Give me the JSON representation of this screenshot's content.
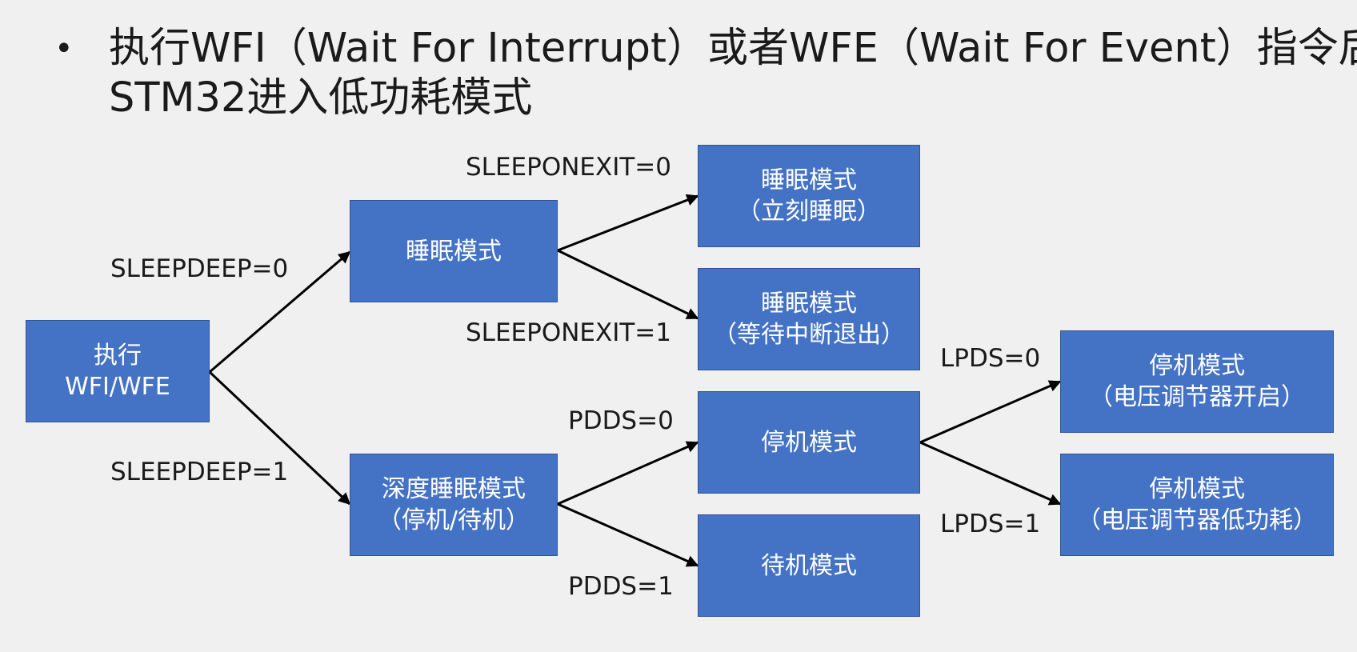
{
  "heading": {
    "bullet": "•",
    "line1": "执行WFI（Wait For Interrupt）或者WFE（Wait For Event）指令后，",
    "line2": "STM32进入低功耗模式"
  },
  "nodes": {
    "exec": {
      "line1": "执行",
      "line2": "WFI/WFE"
    },
    "sleep": {
      "line1": "睡眠模式"
    },
    "deep_sleep": {
      "line1": "深度睡眠模式",
      "line2": "（停机/待机）"
    },
    "sleep_now": {
      "line1": "睡眠模式",
      "line2": "（立刻睡眠）"
    },
    "sleep_on_exit": {
      "line1": "睡眠模式",
      "line2": "（等待中断退出）"
    },
    "stop": {
      "line1": "停机模式"
    },
    "standby": {
      "line1": "待机模式"
    },
    "stop_reg_on": {
      "line1": "停机模式",
      "line2": "（电压调节器开启）"
    },
    "stop_reg_low": {
      "line1": "停机模式",
      "line2": "（电压调节器低功耗）"
    }
  },
  "edge_labels": {
    "sleepdeep0": "SLEEPDEEP=0",
    "sleepdeep1": "SLEEPDEEP=1",
    "sleeponexit0": "SLEEPONEXIT=0",
    "sleeponexit1": "SLEEPONEXIT=1",
    "pdds0": "PDDS=0",
    "pdds1": "PDDS=1",
    "lpds0": "LPDS=0",
    "lpds1": "LPDS=1"
  },
  "colors": {
    "box_fill": "#4472c4",
    "box_border": "#2f5597",
    "box_text": "#ffffff",
    "arrow": "#000000",
    "background": "#f0f0f0"
  }
}
